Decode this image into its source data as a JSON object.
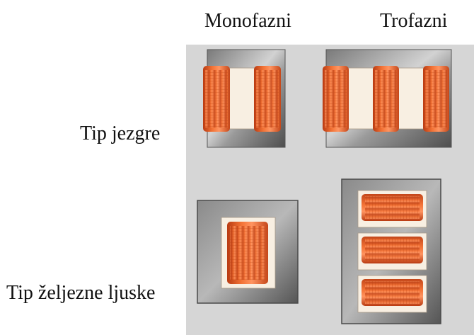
{
  "columns": {
    "single_phase": "Monofazni",
    "three_phase": "Trofazni"
  },
  "rows": {
    "core_type": "Tip jezgre",
    "shell_type": "Tip željezne ljuske"
  },
  "colors": {
    "panel_bg": "#d6d6d6",
    "core_dark": "#5a5a5a",
    "core_light": "#c9c9c9",
    "window": "#fbf1e4",
    "coil_dark": "#b93b12",
    "coil_mid": "#f06a2e",
    "coil_light": "#ff9460"
  }
}
